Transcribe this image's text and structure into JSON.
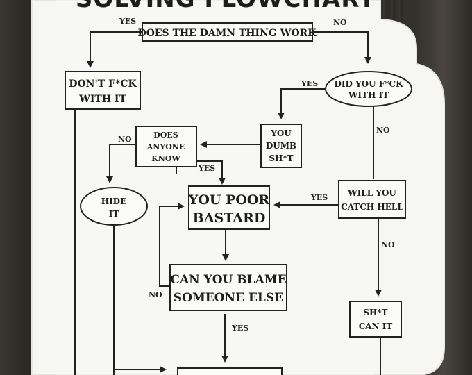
{
  "title": "SOLVING FLOWCHART",
  "nodes": {
    "start": "DOES THE DAMN THING WORK",
    "dont_touch": [
      "DON'T F*CK",
      "WITH IT"
    ],
    "did_you": [
      "DID YOU F*CK",
      "WITH IT"
    ],
    "you_dumb": [
      "YOU",
      "DUMB",
      "SH*T"
    ],
    "does_anyone": [
      "DOES",
      "ANYONE",
      "KNOW"
    ],
    "hide": [
      "HIDE",
      "IT"
    ],
    "poor": [
      "YOU POOR",
      "BASTARD"
    ],
    "catch_hell": [
      "WILL YOU",
      "CATCH HELL"
    ],
    "blame": [
      "CAN YOU BLAME",
      "SOMEONE ELSE"
    ],
    "can_it": [
      "SH*T",
      "CAN IT"
    ]
  },
  "edge_labels": {
    "start_yes": "YES",
    "start_no": "NO",
    "did_yes": "YES",
    "did_no": "NO",
    "anyone_no": "NO",
    "anyone_yes": "YES",
    "hell_yes": "YES",
    "hell_no": "NO",
    "blame_no": "NO",
    "blame_yes": "YES"
  }
}
